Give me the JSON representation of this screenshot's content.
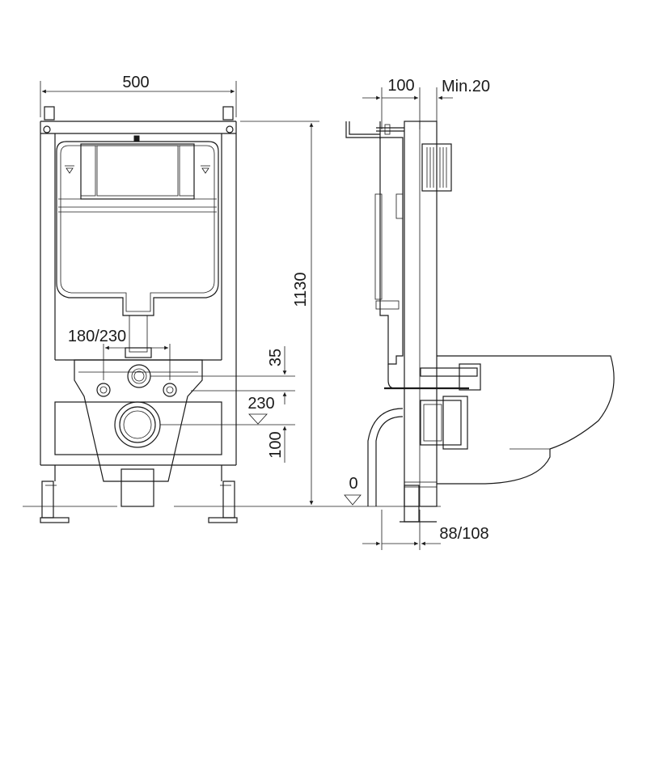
{
  "dimensions": {
    "frame_width": "500",
    "frame_height": "1130",
    "inlet_spacing": "180/230",
    "inlet_offset": "35",
    "outlet_height": "230",
    "outlet_drop": "100",
    "floor_level": "0",
    "depth_top": "100",
    "wall_clearance": "Min.20",
    "depth_bottom": "88/108"
  }
}
